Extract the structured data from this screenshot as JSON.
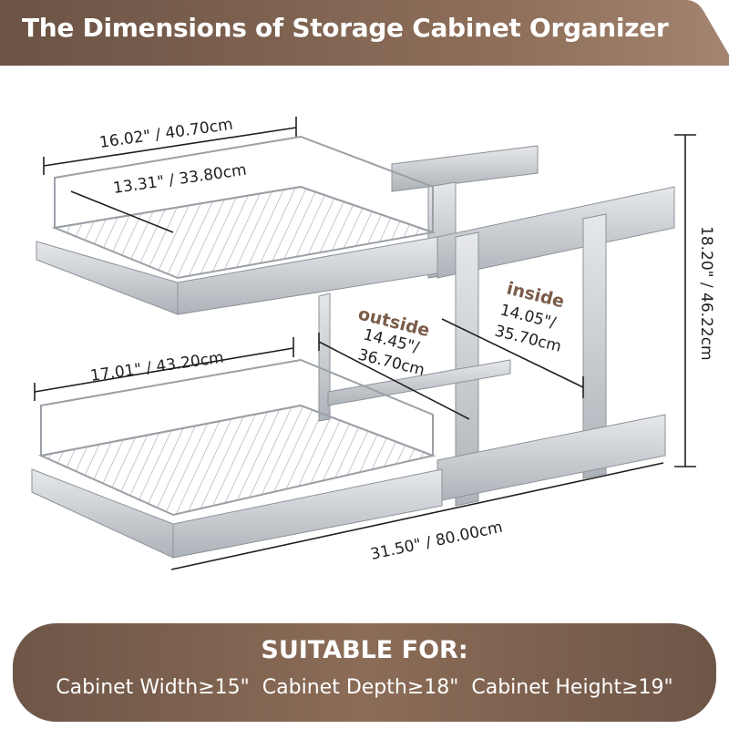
{
  "header": {
    "title": "The Dimensions of Storage Cabinet Organizer"
  },
  "dimensions": {
    "top_width": "16.02\" / 40.70cm",
    "top_inner_width": "13.31\" / 33.80cm",
    "bottom_width": "17.01\" / 43.20cm",
    "total_height": "18.20\" / 46.22cm",
    "total_depth": "31.50\" / 80.00cm",
    "outside_label": "outside",
    "outside_in": "14.45\"/",
    "outside_cm": "36.70cm",
    "inside_label": "inside",
    "inside_in": "14.05\"/",
    "inside_cm": "35.70cm"
  },
  "footer": {
    "title": "SUITABLE FOR:",
    "specs": [
      "Cabinet Width≥15\"",
      "Cabinet Depth≥18\"",
      "Cabinet Height≥19\""
    ]
  },
  "colors": {
    "brand_brown": "#7a5c49",
    "metal": "#c9cdd2"
  }
}
